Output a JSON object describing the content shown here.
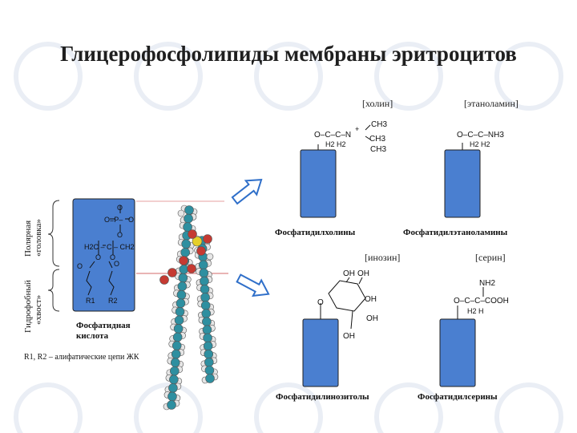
{
  "title": "Глицерофосфолипиды мембраны эритроцитов",
  "side_labels": {
    "polar_head": "Полярная",
    "polar_head_2": "«головка»",
    "hydrophobic_tail": "Гидрофобный",
    "hydrophobic_tail_2": "«хвост»"
  },
  "phosphatidic_acid": {
    "name_line1": "Фосфатидная",
    "name_line2": "кислота",
    "footnote": "R1, R2 – алифатические цепи ЖК",
    "r1": "R1",
    "r2": "R2"
  },
  "groups": [
    {
      "tag": "[холин]",
      "name": "Фосфатидилхолины"
    },
    {
      "tag": "[этаноламин]",
      "name": "Фосфатидилэтаноламины"
    },
    {
      "tag": "[инозин]",
      "name": "Фосфатидилинозитолы"
    },
    {
      "tag": "[серин]",
      "name": "Фосфатидилсерины"
    }
  ],
  "colors": {
    "block": "#4a7fd0",
    "block_border": "#222222",
    "arrow": "#2f6fc9",
    "chain_atom": "#2e8fa0",
    "oxygen": "#c53a32",
    "phosphorus": "#e6cf2a",
    "hydrogen": "#e6e6e6"
  }
}
